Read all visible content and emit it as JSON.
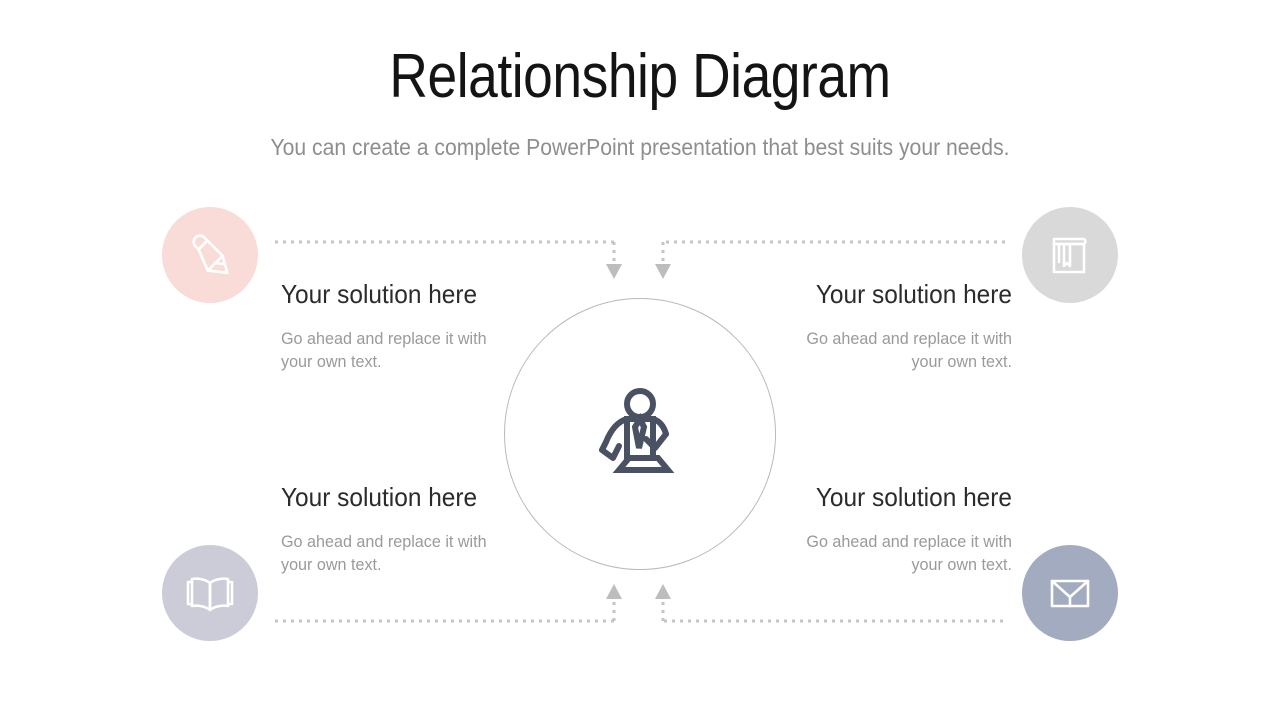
{
  "header": {
    "title": "Relationship Diagram",
    "subtitle": "You can create a complete PowerPoint presentation that best suits your needs."
  },
  "center": {
    "icon": "presenter-at-podium-icon",
    "icon_color": "#4a5163",
    "circle_border_color": "#b9b9b9"
  },
  "connectors": {
    "line_color": "#c4c4c4",
    "style": "dotted",
    "arrow_color": "#bdbdbd",
    "arrows": [
      {
        "name": "arrow-top-left-to-center",
        "direction": "down"
      },
      {
        "name": "arrow-top-right-to-center",
        "direction": "down"
      },
      {
        "name": "arrow-bottom-left-to-center",
        "direction": "up"
      },
      {
        "name": "arrow-bottom-right-to-center",
        "direction": "up"
      }
    ]
  },
  "nodes": [
    {
      "id": "top-left",
      "icon": "pencil-icon",
      "bubble_color": "#f9dcd8",
      "icon_color": "#ffffff",
      "title": "Your solution here",
      "body": "Go ahead and replace it with your own text.",
      "align": "left"
    },
    {
      "id": "top-right",
      "icon": "book-closed-icon",
      "bubble_color": "#d9d9d9",
      "icon_color": "#ffffff",
      "title": "Your solution here",
      "body": "Go ahead and replace it with your own text.",
      "align": "right"
    },
    {
      "id": "bottom-left",
      "icon": "book-open-icon",
      "bubble_color": "#cbccd7",
      "icon_color": "#ffffff",
      "title": "Your solution here",
      "body": "Go ahead and replace it with your own text.",
      "align": "left"
    },
    {
      "id": "bottom-right",
      "icon": "envelope-icon",
      "bubble_color": "#a2abc0",
      "icon_color": "#ffffff",
      "title": "Your solution here",
      "body": "Go ahead and replace it with your own text.",
      "align": "right"
    }
  ]
}
